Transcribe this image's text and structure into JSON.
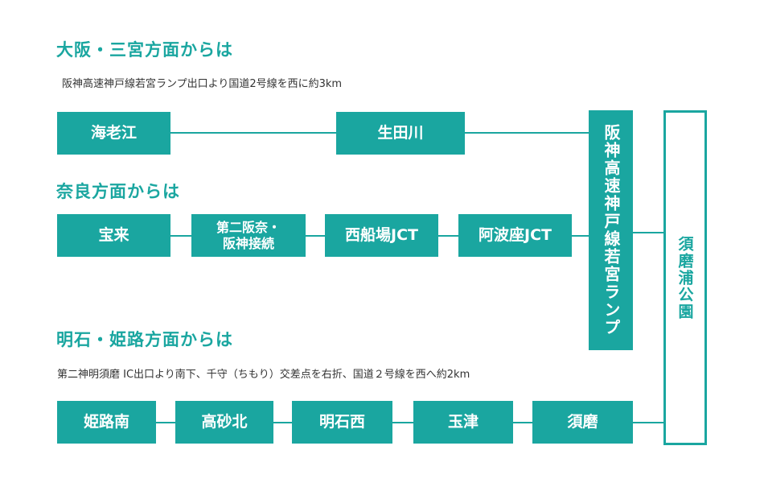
{
  "routes": [
    {
      "heading": "大阪・三宮方面からは",
      "note": "阪神高速神戸線若宮ランプ出口より国道2号線を西に約3km",
      "stops": [
        "海老江",
        "生田川"
      ]
    },
    {
      "heading": "奈良方面からは",
      "stops": [
        "宝来",
        "第二阪奈・阪神接続",
        "西船場JCT",
        "阿波座JCT"
      ],
      "stop_lines": {
        "second_a": "第二阪奈・",
        "second_b": "阪神接続"
      }
    },
    {
      "heading": "明石・姫路方面からは",
      "note": "第二神明須磨 IC出口より南下、千守（ちもり）交差点を右折、国道２号線を西へ約2km",
      "stops": [
        "姫路南",
        "高砂北",
        "明石西",
        "玉津",
        "須磨"
      ]
    }
  ],
  "ramp": "阪神高速神戸線若宮ランプ",
  "destination": "須磨浦公園",
  "colors": {
    "accent": "#1aa6a0",
    "text": "#333333"
  }
}
